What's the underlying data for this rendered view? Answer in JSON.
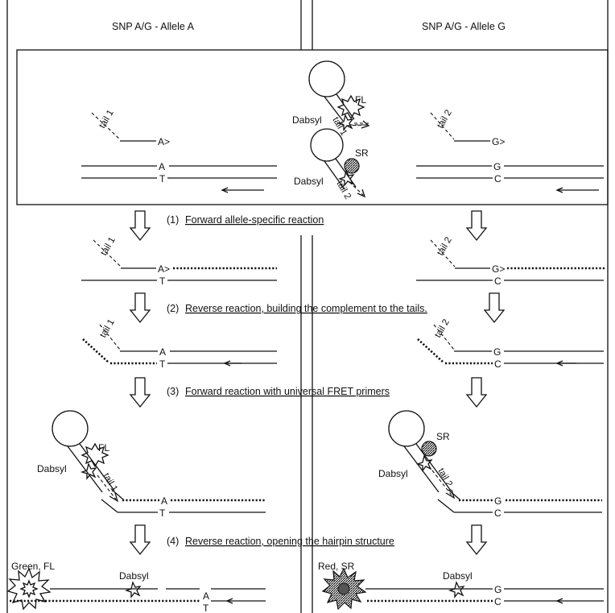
{
  "headers": {
    "left": "SNP A/G - Allele A",
    "right": "SNP A/G - Allele G"
  },
  "steps": [
    {
      "number": "(1)",
      "label": "Forward allele-specific reaction"
    },
    {
      "number": "(2)",
      "label": "Reverse reaction, building the complement to the tails."
    },
    {
      "number": "(3)",
      "label": "Forward reaction with universal FRET primers"
    },
    {
      "number": "(4)",
      "label": "Reverse reaction, opening the hairpin structure"
    }
  ],
  "labels": {
    "tail1": "tail 1",
    "tail2": "tail 2",
    "fl": "FL",
    "sr": "SR",
    "dabsyl": "Dabsyl",
    "primer_a": "A>",
    "primer_g": "G>",
    "base_a": "A",
    "base_g": "G",
    "base_t": "T",
    "base_c": "C",
    "green_fl": "Green, FL",
    "red_sr": "Red, SR"
  },
  "colors": {
    "line": "#111111",
    "background": "#ffffff",
    "red_fill": "#333333"
  }
}
